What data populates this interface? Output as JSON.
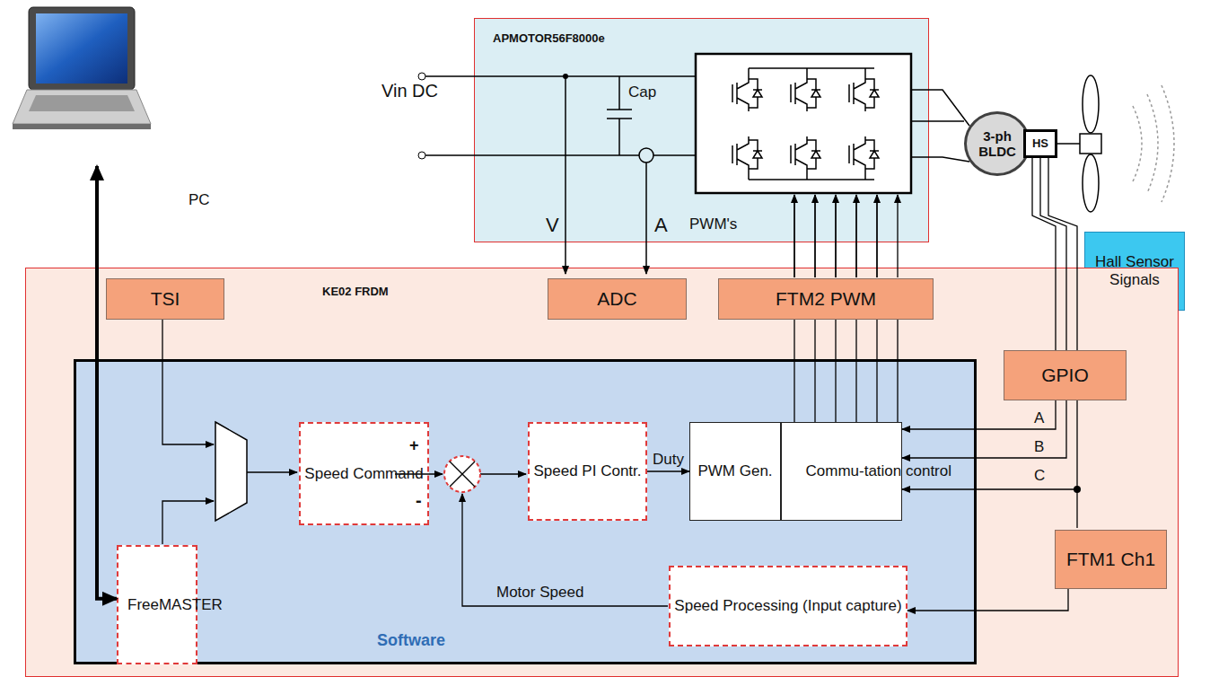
{
  "diagram": {
    "nodes": [
      {
        "text": [
          "PC"
        ]
      },
      {
        "text": [
          "APMOTOR56F8000e"
        ]
      },
      {
        "text": [
          "3-ph BLDC"
        ]
      },
      {
        "text": [
          "HS"
        ]
      },
      {
        "text": [
          "Hall Sensor Signals"
        ]
      },
      {
        "text": [
          "KE02 FRDM"
        ]
      },
      {
        "text": [
          "TSI"
        ],
        "in": 5
      },
      {
        "text": [
          "ADC"
        ],
        "in": 5
      },
      {
        "text": [
          "FTM2 PWM"
        ],
        "in": 5
      },
      {
        "text": [
          "GPIO"
        ],
        "in": 5
      },
      {
        "text": [
          "Software"
        ],
        "in": 5
      },
      {
        "text": [
          "Speed Command"
        ],
        "in": 10
      },
      {
        "text": [
          "Speed PI Contr."
        ],
        "in": 10
      },
      {
        "text": [
          "PWM Gen."
        ],
        "in": 10
      },
      {
        "text": [
          "Commu-tation control"
        ],
        "in": 10
      },
      {
        "text": [
          "FreeMASTER"
        ],
        "in": 10
      },
      {
        "text": [
          "Speed Processing (Input capture)"
        ],
        "in": 10
      },
      {
        "text": [
          "FTM1 Ch1"
        ],
        "in": 5
      }
    ],
    "edges": [
      {
        "from": 15,
        "to": 0,
        "arrow": "both"
      },
      {
        "from": 12,
        "to": 13,
        "label": "Duty",
        "arrow": "to"
      },
      {
        "from": 14,
        "to": 8,
        "arrow": "none"
      },
      {
        "from": 3,
        "to": 9,
        "arrow": "none"
      },
      {
        "from": 9,
        "to": 14,
        "arrow": "to"
      },
      {
        "from": 17,
        "to": 16,
        "arrow": "to"
      }
    ],
    "labels": [
      "Vin DC",
      "Cap",
      "V",
      "A",
      "PWM's",
      "+",
      "-",
      "Motor Speed",
      "A",
      "B",
      "C"
    ]
  }
}
